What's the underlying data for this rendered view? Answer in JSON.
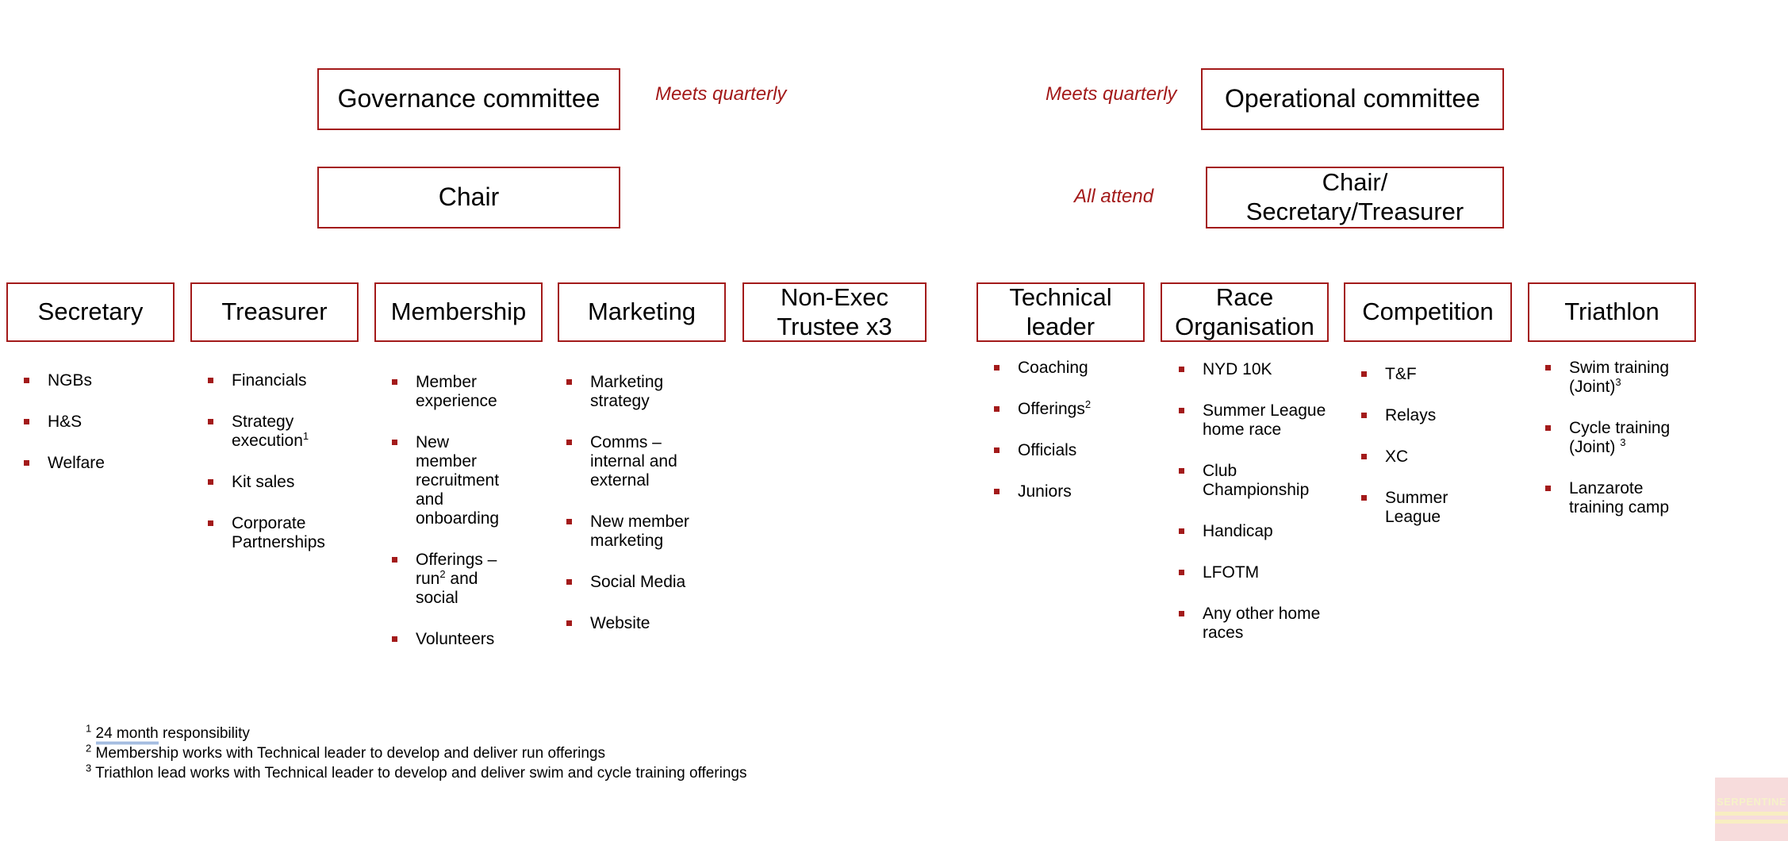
{
  "top": {
    "governance": {
      "title": "Governance committee",
      "note": "Meets quarterly"
    },
    "operational": {
      "title": "Operational committee",
      "note": "Meets quarterly"
    },
    "chair": {
      "title": "Chair"
    },
    "ops_chair": {
      "title_line1": "Chair/",
      "title_line2": "Secretary/Treasurer",
      "note": "All attend"
    }
  },
  "roles": [
    {
      "id": "secretary",
      "title_line1": "Secretary",
      "title_line2": "",
      "items": [
        {
          "text": "NGBs"
        },
        {
          "text": "H&S"
        },
        {
          "text": "Welfare"
        }
      ]
    },
    {
      "id": "treasurer",
      "title_line1": "Treasurer",
      "title_line2": "",
      "items": [
        {
          "text": "Financials"
        },
        {
          "text": "Strategy execution",
          "sup": "1"
        },
        {
          "text": "Kit sales"
        },
        {
          "text": "Corporate Partnerships"
        }
      ]
    },
    {
      "id": "membership",
      "title_line1": "Membership",
      "title_line2": "",
      "items": [
        {
          "text": "Member experience"
        },
        {
          "text": "New member recruitment and onboarding"
        },
        {
          "text": "Offerings – run",
          "sup": "2",
          "after": " and social"
        },
        {
          "text": "Volunteers"
        }
      ]
    },
    {
      "id": "marketing",
      "title_line1": "Marketing",
      "title_line2": "",
      "items": [
        {
          "text": "Marketing strategy"
        },
        {
          "text": "Comms – internal and external"
        },
        {
          "text": "New member marketing"
        },
        {
          "text": "Social Media"
        },
        {
          "text": "Website"
        }
      ]
    },
    {
      "id": "non-exec",
      "title_line1": "Non-Exec",
      "title_line2": "Trustee x3",
      "items": []
    },
    {
      "id": "technical",
      "title_line1": "Technical",
      "title_line2": "leader",
      "items": [
        {
          "text": "Coaching"
        },
        {
          "text": "Offerings",
          "sup": "2"
        },
        {
          "text": "Officials"
        },
        {
          "text": "Juniors"
        }
      ]
    },
    {
      "id": "race",
      "title_line1": "Race",
      "title_line2": "Organisation",
      "items": [
        {
          "text": "NYD 10K"
        },
        {
          "text": "Summer League home race"
        },
        {
          "text": "Club Championship"
        },
        {
          "text": "Handicap"
        },
        {
          "text": "LFOTM"
        },
        {
          "text": "Any other home races"
        }
      ]
    },
    {
      "id": "competition",
      "title_line1": "Competition",
      "title_line2": "",
      "items": [
        {
          "text": "T&F"
        },
        {
          "text": "Relays"
        },
        {
          "text": "XC"
        },
        {
          "text": "Summer League"
        }
      ]
    },
    {
      "id": "triathlon",
      "title_line1": "Triathlon",
      "title_line2": "",
      "items": [
        {
          "text": "Swim training (Joint)",
          "sup": "3"
        },
        {
          "text": "Cycle training (Joint) ",
          "sup": "3"
        },
        {
          "text": "Lanzarote training camp"
        }
      ]
    }
  ],
  "footnotes": [
    {
      "mark": "1",
      "underlined": "24 month",
      "rest": " responsibility"
    },
    {
      "mark": "2",
      "underlined": "",
      "rest": "Membership works with Technical leader to develop and deliver run offerings"
    },
    {
      "mark": "3",
      "underlined": "",
      "rest": "Triathlon lead works with Technical leader to develop and deliver swim and cycle training offerings"
    }
  ],
  "logo": {
    "text": "SERPENTINE"
  },
  "colors": {
    "accent": "#a31a1a"
  }
}
